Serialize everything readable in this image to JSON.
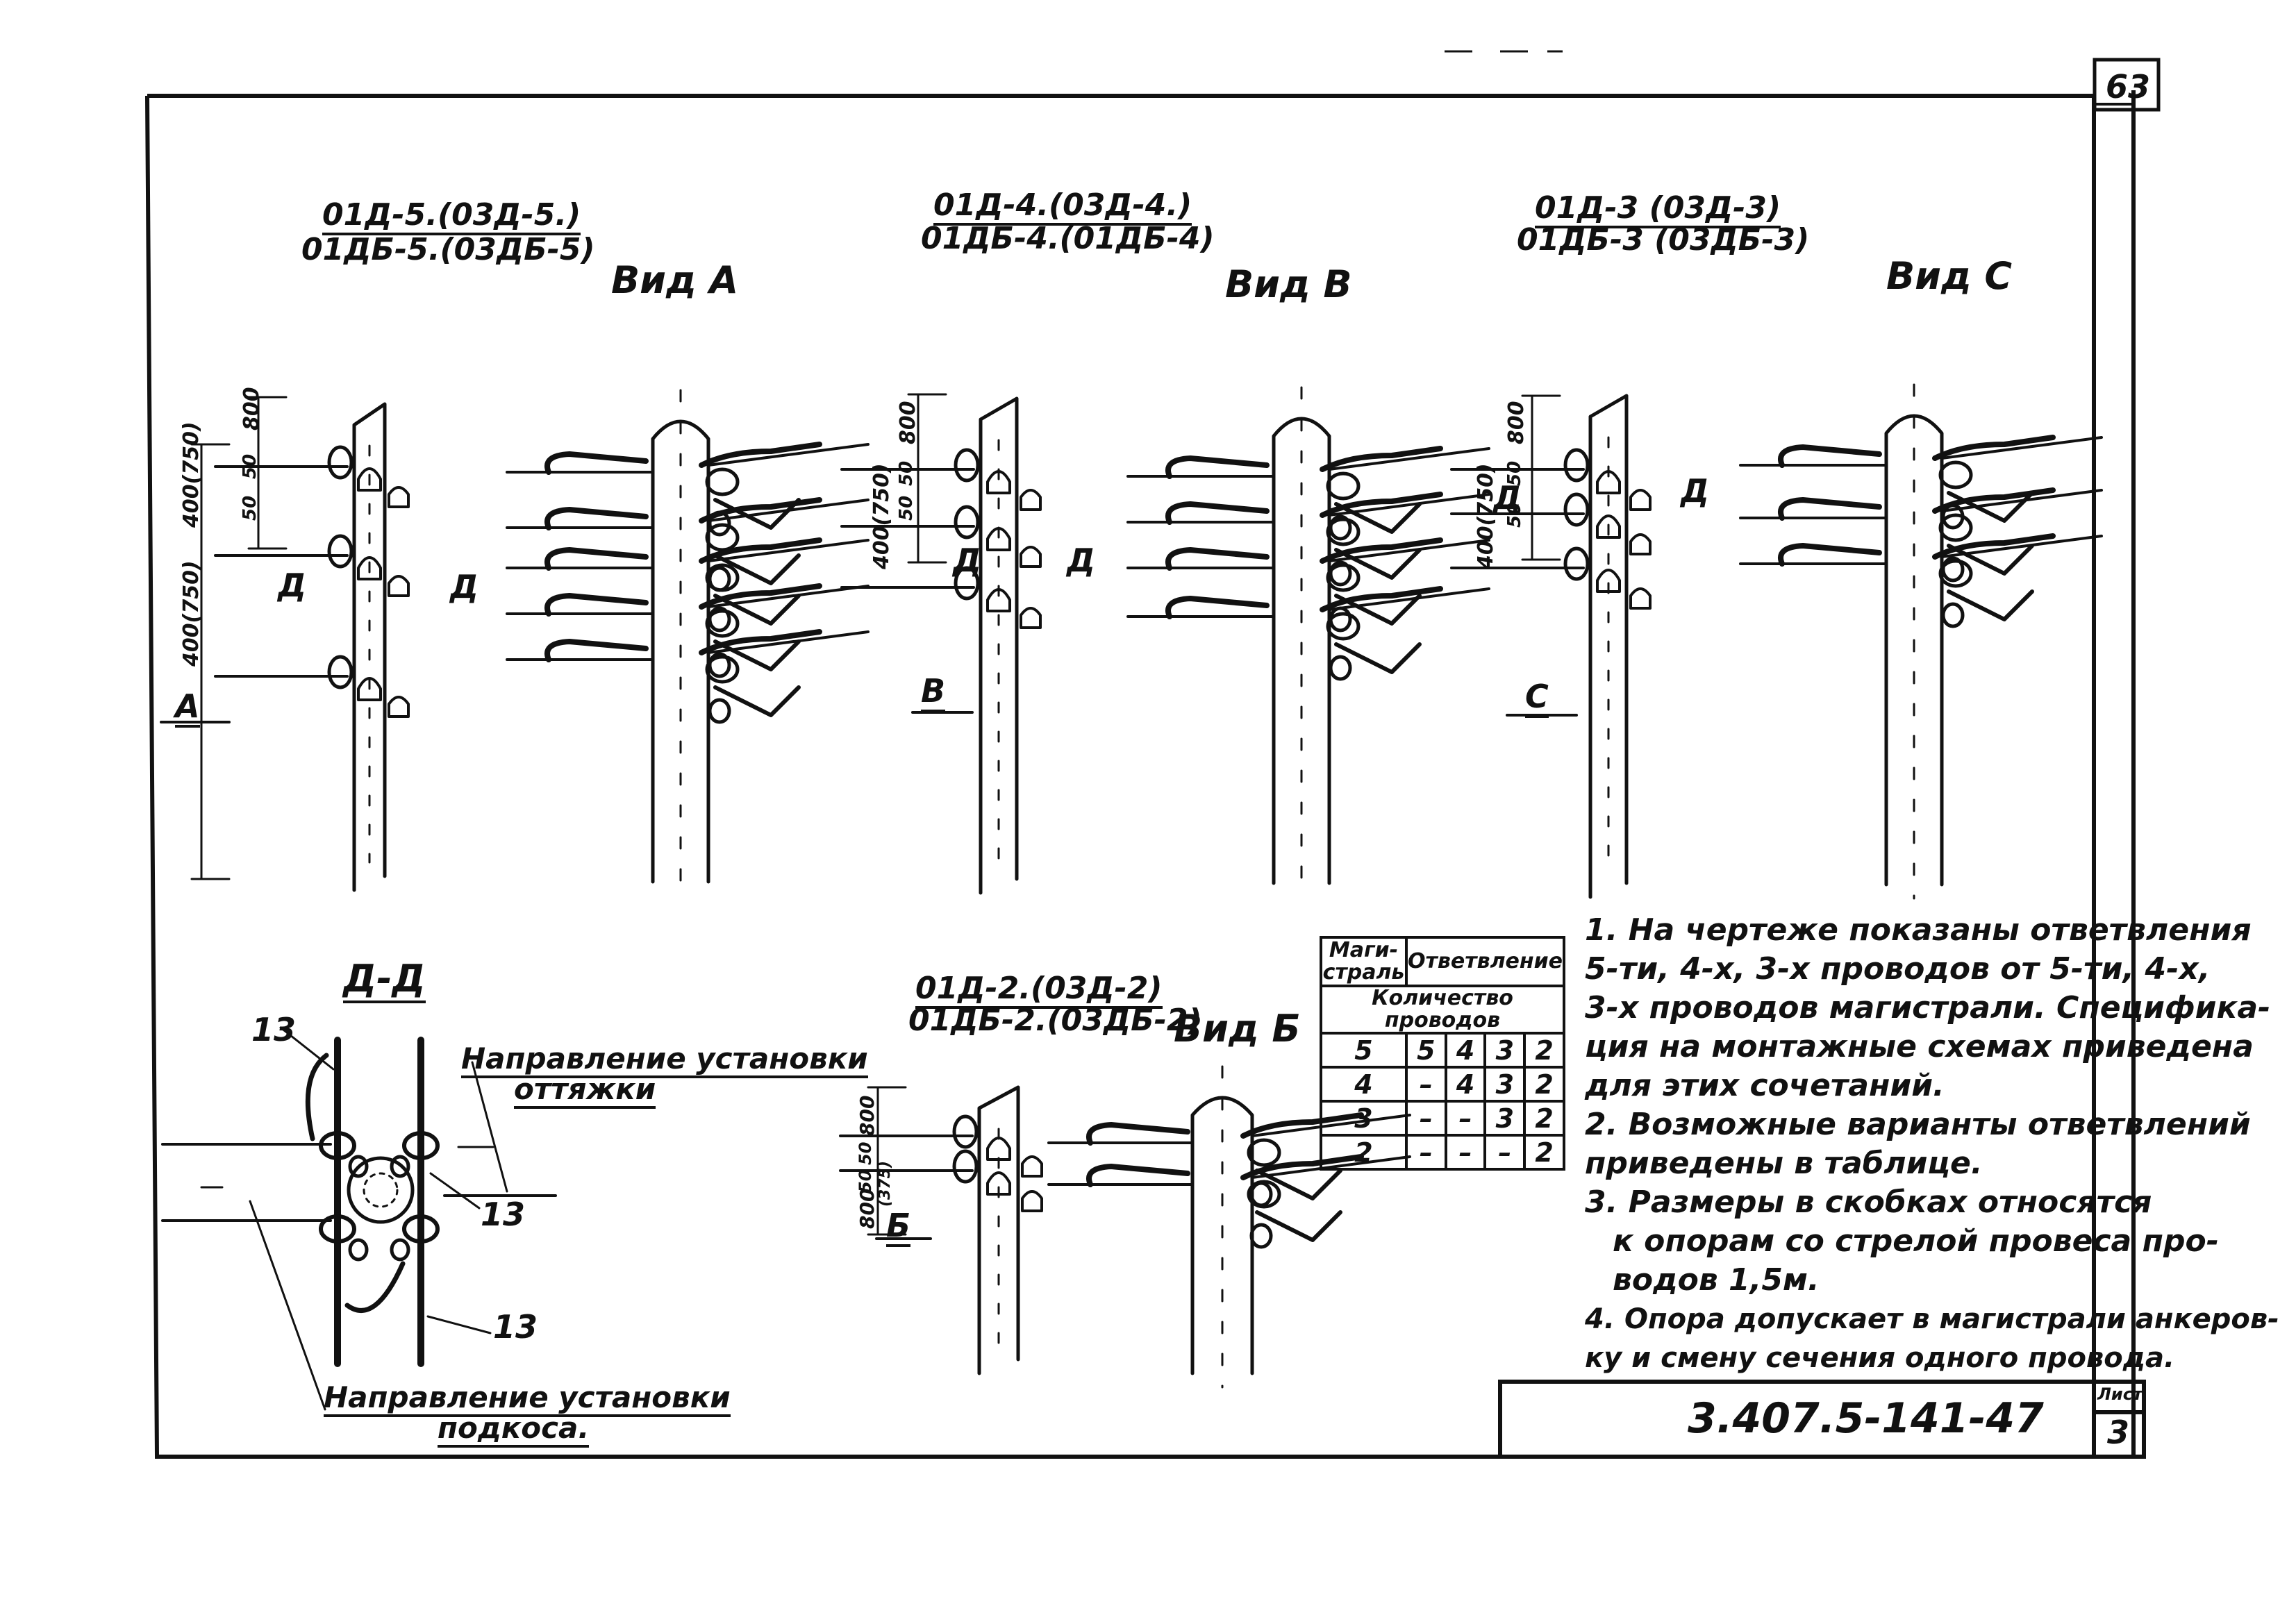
{
  "sheet_number": "63",
  "stamp": {
    "designation": "3.407.5-141-47",
    "sheet_label": "Лист",
    "sheet_value": "3"
  },
  "views": [
    {
      "title_top": "01Д-5.(03Д-5.)",
      "title_bottom": "01ДБ-5.(03ДБ-5)",
      "view_label": "Вид А",
      "dims": [
        "800",
        "50",
        "50",
        "400(750)",
        "400(750)"
      ],
      "section_mark": "Д",
      "cut_mark": "Д",
      "view_mark": "А"
    },
    {
      "title_top": "01Д-4.(03Д-4.)",
      "title_bottom": "01ДБ-4.(01ДБ-4)",
      "view_label": "Вид В",
      "dims": [
        "800",
        "50",
        "50",
        "400(750)"
      ],
      "section_mark": "Д",
      "cut_mark": "Д",
      "view_mark": "В"
    },
    {
      "title_top": "01Д-3 (03Д-3)",
      "title_bottom": "01ДБ-3 (03ДБ-3)",
      "view_label": "Вид С",
      "dims": [
        "800",
        "50",
        "50",
        "400(750)"
      ],
      "section_mark": "Д",
      "cut_mark": "Д",
      "view_mark": "С"
    },
    {
      "title_top": "01Д-2.(03Д-2)",
      "title_bottom": "01ДБ-2.(03ДБ-2)",
      "view_label": "Вид Б",
      "dims": [
        "800",
        "50",
        "50",
        "800",
        "(375)"
      ],
      "view_mark": "Б"
    }
  ],
  "section": {
    "title": "Д-Д",
    "callout": "13",
    "label_guy_1": "Направление установки",
    "label_guy_2": "оттяжки",
    "label_strut_1": "Направление установки",
    "label_strut_2": "подкоса."
  },
  "combo_table": {
    "head_main": "Маги-страль",
    "head_branch": "Ответвление",
    "head_count": "Количество проводов",
    "rows": [
      [
        "5",
        "5",
        "4",
        "3",
        "2"
      ],
      [
        "4",
        "–",
        "4",
        "3",
        "2"
      ],
      [
        "3",
        "–",
        "–",
        "3",
        "2"
      ],
      [
        "2",
        "–",
        "–",
        "–",
        "2"
      ]
    ]
  },
  "notes": [
    "1. На чертеже показаны ответвления",
    "5-ти, 4-х, 3-х проводов от 5-ти, 4-х,",
    "3-х проводов магистрали. Специфика-",
    "ция на монтажные схемах приведена",
    "для этих сочетаний.",
    "2. Возможные варианты ответвлений",
    "приведены в таблице.",
    "3. Размеры в скобках относятся",
    "к опорам со стрелой провеса про-",
    "водов 1,5м.",
    "4. Опора допускает в магистрали анкеров-",
    "ку и смену сечения одного провода."
  ]
}
